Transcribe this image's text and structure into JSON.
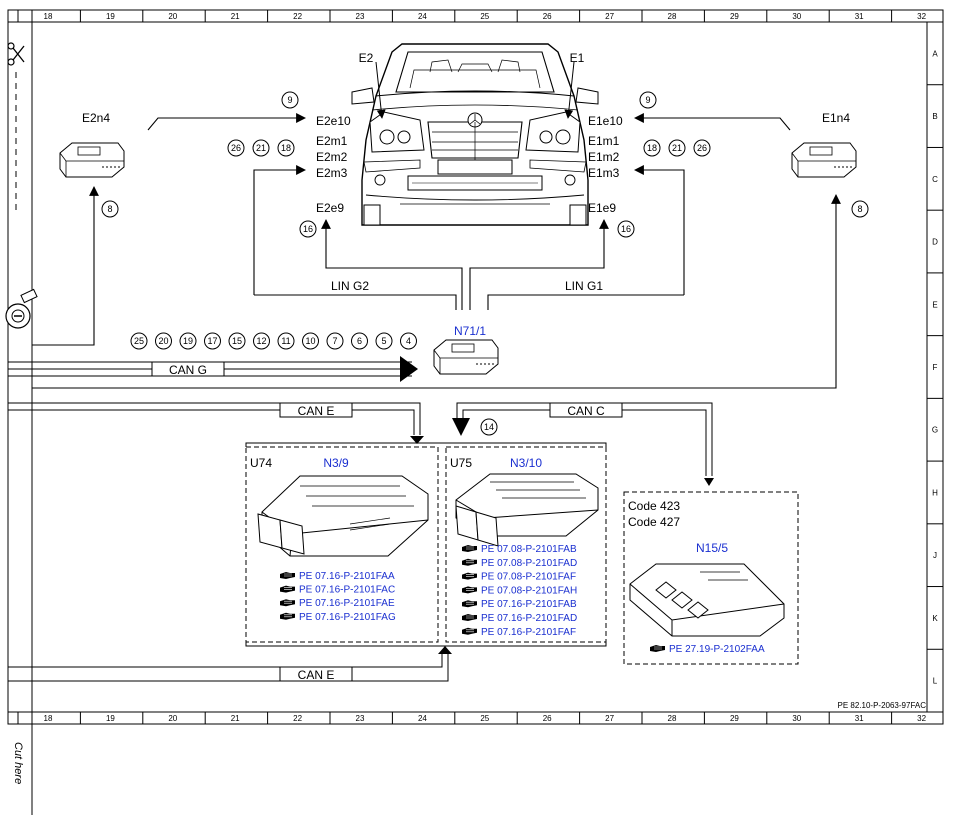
{
  "frame": {
    "columns_top": [
      "18",
      "19",
      "20",
      "21",
      "22",
      "23",
      "24",
      "25",
      "26",
      "27",
      "28",
      "29",
      "30",
      "31",
      "32"
    ],
    "columns_bottom": [
      "18",
      "19",
      "20",
      "21",
      "22",
      "23",
      "24",
      "25",
      "26",
      "27",
      "28",
      "29",
      "30",
      "31",
      "32"
    ],
    "rows": [
      "A",
      "B",
      "C",
      "D",
      "E",
      "F",
      "G",
      "H",
      "J",
      "K",
      "L"
    ],
    "doc_ref": "PE 82.10-P-2063-97FAC",
    "cut_here": "Cut here"
  },
  "components": {
    "e2n4": "E2n4",
    "e1n4": "E1n4",
    "e2": "E2",
    "e1": "E1",
    "n71": "N71/1",
    "u74": "U74",
    "u75": "U75",
    "n3_9": "N3/9",
    "n3_10": "N3/10",
    "n15_5": "N15/5",
    "code423": "Code 423",
    "code427": "Code 427"
  },
  "left_lamp_labels": {
    "e2e10": "E2e10",
    "e2m1": "E2m1",
    "e2m2": "E2m2",
    "e2m3": "E2m3",
    "e2e9": "E2e9"
  },
  "right_lamp_labels": {
    "e1e10": "E1e10",
    "e1m1": "E1m1",
    "e1m2": "E1m2",
    "e1m3": "E1m3",
    "e1e9": "E1e9"
  },
  "bus_labels": {
    "lin_g2": "LIN G2",
    "lin_g1": "LIN G1",
    "can_g": "CAN G",
    "can_e_top": "CAN E",
    "can_c": "CAN C",
    "can_e_bottom": "CAN E"
  },
  "circles": {
    "c9_left": "9",
    "c9_right": "9",
    "c8_left": "8",
    "c8_right": "8",
    "c16_left": "16",
    "c16_right": "16",
    "c14": "14",
    "left_group": [
      "26",
      "21",
      "18"
    ],
    "right_group": [
      "18",
      "21",
      "26"
    ],
    "row_group": [
      "25",
      "20",
      "19",
      "17",
      "15",
      "12",
      "11",
      "10",
      "7",
      "6",
      "5",
      "4"
    ]
  },
  "links": {
    "n3_9": [
      "PE 07.16-P-2101FAA",
      "PE 07.16-P-2101FAC",
      "PE 07.16-P-2101FAE",
      "PE 07.16-P-2101FAG"
    ],
    "n3_10": [
      "PE 07.08-P-2101FAB",
      "PE 07.08-P-2101FAD",
      "PE 07.08-P-2101FAF",
      "PE 07.08-P-2101FAH",
      "PE 07.16-P-2101FAB",
      "PE 07.16-P-2101FAD",
      "PE 07.16-P-2101FAF"
    ],
    "n15_5": [
      "PE 27.19-P-2102FAA"
    ]
  }
}
